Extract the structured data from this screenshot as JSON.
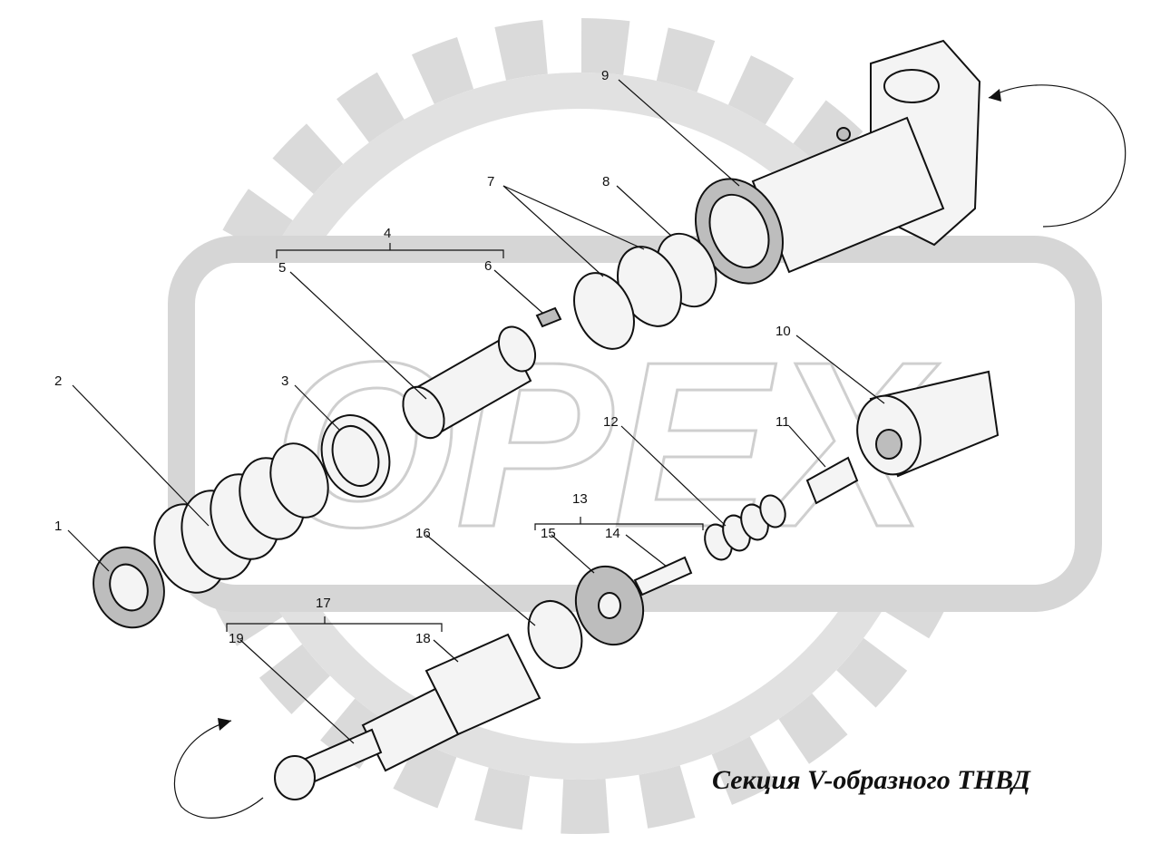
{
  "diagram": {
    "title": "Секция V-образного ТНВД",
    "watermark": "OPEX",
    "callouts": [
      {
        "id": "1",
        "label": "1"
      },
      {
        "id": "2",
        "label": "2"
      },
      {
        "id": "3",
        "label": "3"
      },
      {
        "id": "4",
        "label": "4"
      },
      {
        "id": "5",
        "label": "5"
      },
      {
        "id": "6",
        "label": "6"
      },
      {
        "id": "7",
        "label": "7"
      },
      {
        "id": "8",
        "label": "8"
      },
      {
        "id": "9",
        "label": "9"
      },
      {
        "id": "10",
        "label": "10"
      },
      {
        "id": "11",
        "label": "11"
      },
      {
        "id": "12",
        "label": "12"
      },
      {
        "id": "13",
        "label": "13"
      },
      {
        "id": "14",
        "label": "14"
      },
      {
        "id": "15",
        "label": "15"
      },
      {
        "id": "16",
        "label": "16"
      },
      {
        "id": "17",
        "label": "17"
      },
      {
        "id": "18",
        "label": "18"
      },
      {
        "id": "19",
        "label": "19"
      }
    ],
    "colors": {
      "line": "#111111",
      "watermark": "#cfcfcf",
      "background": "#ffffff"
    }
  }
}
